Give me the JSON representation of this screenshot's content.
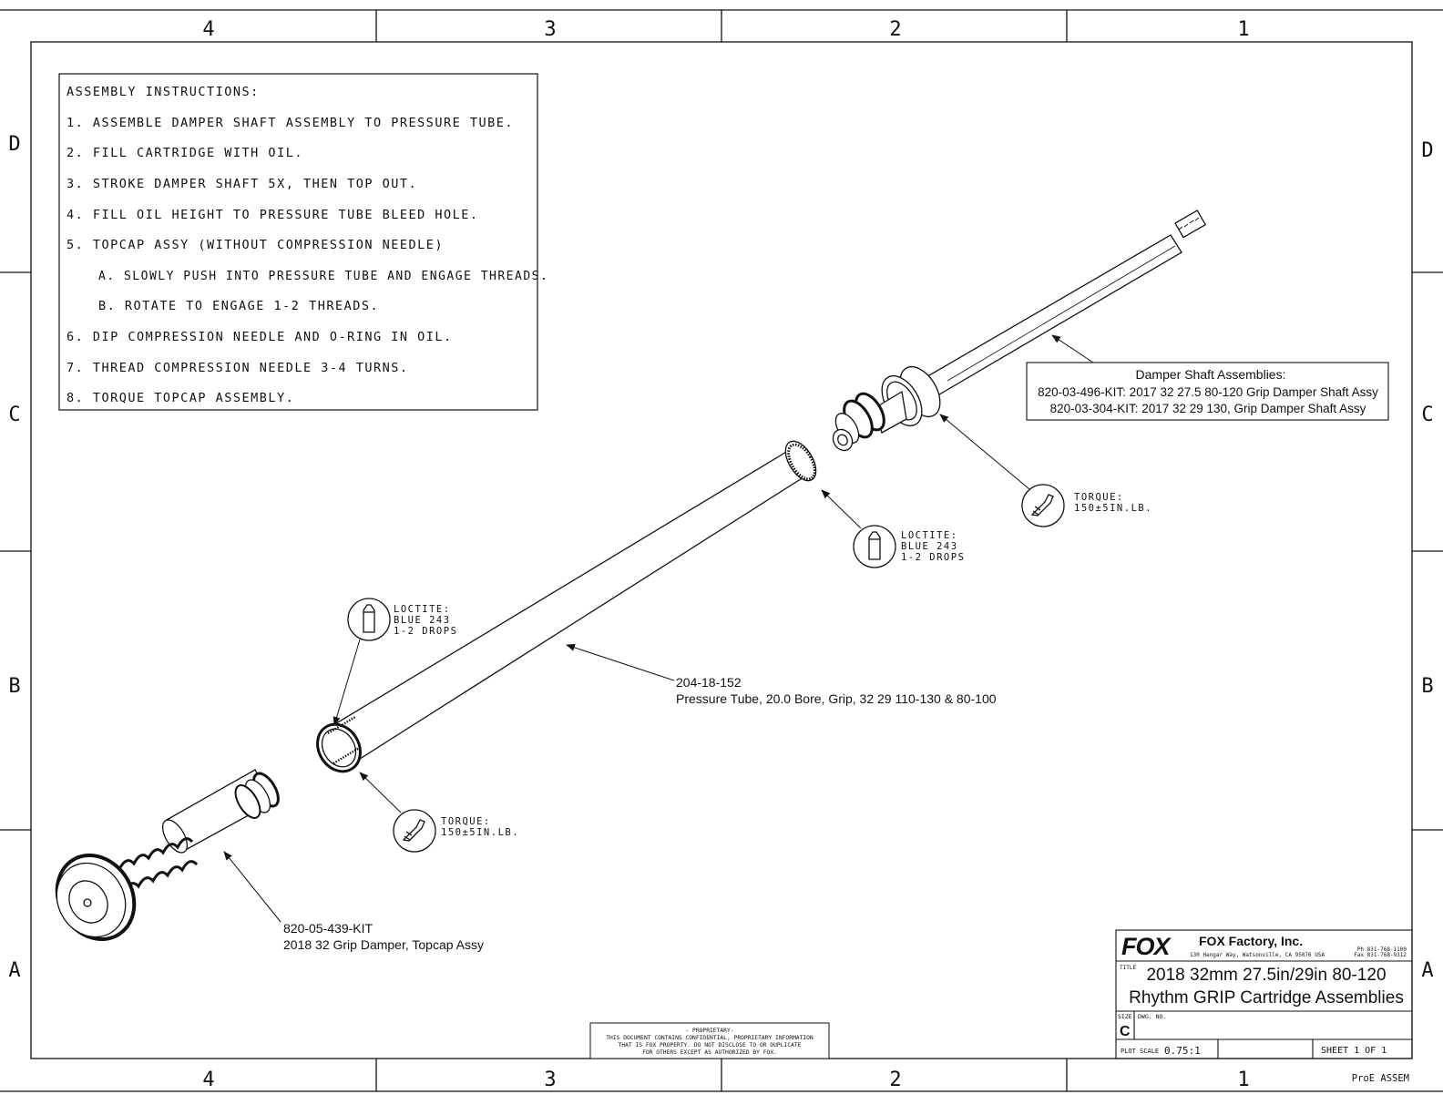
{
  "zones": {
    "columns": [
      "4",
      "3",
      "2",
      "1"
    ],
    "rows": [
      "D",
      "C",
      "B",
      "A"
    ]
  },
  "instructions": {
    "heading": "ASSEMBLY INSTRUCTIONS:",
    "steps": [
      "1.  ASSEMBLE DAMPER SHAFT ASSEMBLY TO PRESSURE TUBE.",
      "2.  FILL CARTRIDGE WITH OIL.",
      "3.  STROKE DAMPER SHAFT 5X, THEN TOP OUT.",
      "4.  FILL OIL HEIGHT TO PRESSURE TUBE BLEED HOLE.",
      "5.  TOPCAP ASSY (WITHOUT COMPRESSION NEEDLE)",
      "A. SLOWLY PUSH INTO PRESSURE TUBE AND ENGAGE THREADS.",
      "B. ROTATE TO ENGAGE 1-2 THREADS.",
      "6.  DIP COMPRESSION NEEDLE AND O-RING IN OIL.",
      "7.  THREAD COMPRESSION NEEDLE 3-4 TURNS.",
      "8.  TORQUE TOPCAP ASSEMBLY."
    ]
  },
  "callouts": {
    "damper_shaft": {
      "title": "Damper Shaft Assemblies:",
      "line1": "820-03-496-KIT: 2017 32 27.5 80-120 Grip Damper Shaft Assy",
      "line2": "820-03-304-KIT: 2017 32 29 130, Grip Damper Shaft Assy"
    },
    "torque_upper": {
      "label": "TORQUE:",
      "value": "150±5IN.LB."
    },
    "loctite_upper": {
      "label": "LOCTITE:",
      "line2": "BLUE 243",
      "line3": "1-2 DROPS"
    },
    "loctite_lower": {
      "label": "LOCTITE:",
      "line2": "BLUE 243",
      "line3": "1-2 DROPS"
    },
    "pressure_tube": {
      "part_no": "204-18-152",
      "desc": "Pressure Tube, 20.0 Bore, Grip, 32 29 110-130 & 80-100"
    },
    "torque_lower": {
      "label": "TORQUE:",
      "value": "150±5IN.LB."
    },
    "topcap": {
      "part_no": "820-05-439-KIT",
      "desc": "2018 32 Grip Damper, Topcap Assy"
    }
  },
  "proprietary": {
    "line1": "- PROPRIETARY-",
    "line2": "THIS DOCUMENT CONTAINS CONFIDENTIAL, PROPRIETARY INFORMATION",
    "line3": "THAT IS FOX PROPERTY.  DO NOT DISCLOSE TO OR DUPLICATE",
    "line4": "FOR OTHERS EXCEPT AS AUTHORIZED BY FOX."
  },
  "title_block": {
    "logo": "FOX",
    "company": "FOX Factory, Inc.",
    "address": "130 Hangar Way, Watsonville, CA 95076 USA",
    "phone": "Ph 831-768-1100",
    "fax": "Fax 831-768-9312",
    "title_label": "TITLE",
    "title_line1": "2018 32mm 27.5in/29in 80-120",
    "title_line2": "Rhythm GRIP Cartridge Assemblies",
    "size_label": "SIZE",
    "size_value": "C",
    "dwg_label": "DWG. NO.",
    "plot_scale_label": "PLOT SCALE",
    "plot_scale_value": "0.75:1",
    "sheet": "SHEET 1 OF 1",
    "software": "ProE ASSEM"
  },
  "colors": {
    "ink": "#111111",
    "paper": "#ffffff"
  }
}
